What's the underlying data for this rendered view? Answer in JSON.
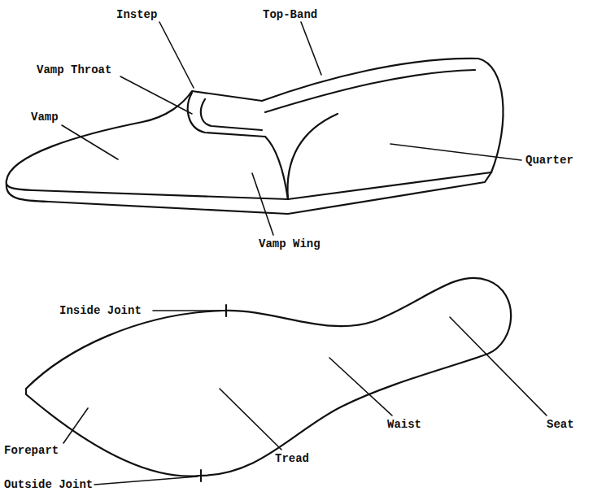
{
  "diagram": {
    "labels": [
      "Instep",
      "Top-Band",
      "Vamp Throat",
      "Vamp",
      "Quarter",
      "Vamp Wing",
      "Inside Joint",
      "Waist",
      "Seat",
      "Forepart",
      "Tread",
      "Outside Joint"
    ]
  }
}
